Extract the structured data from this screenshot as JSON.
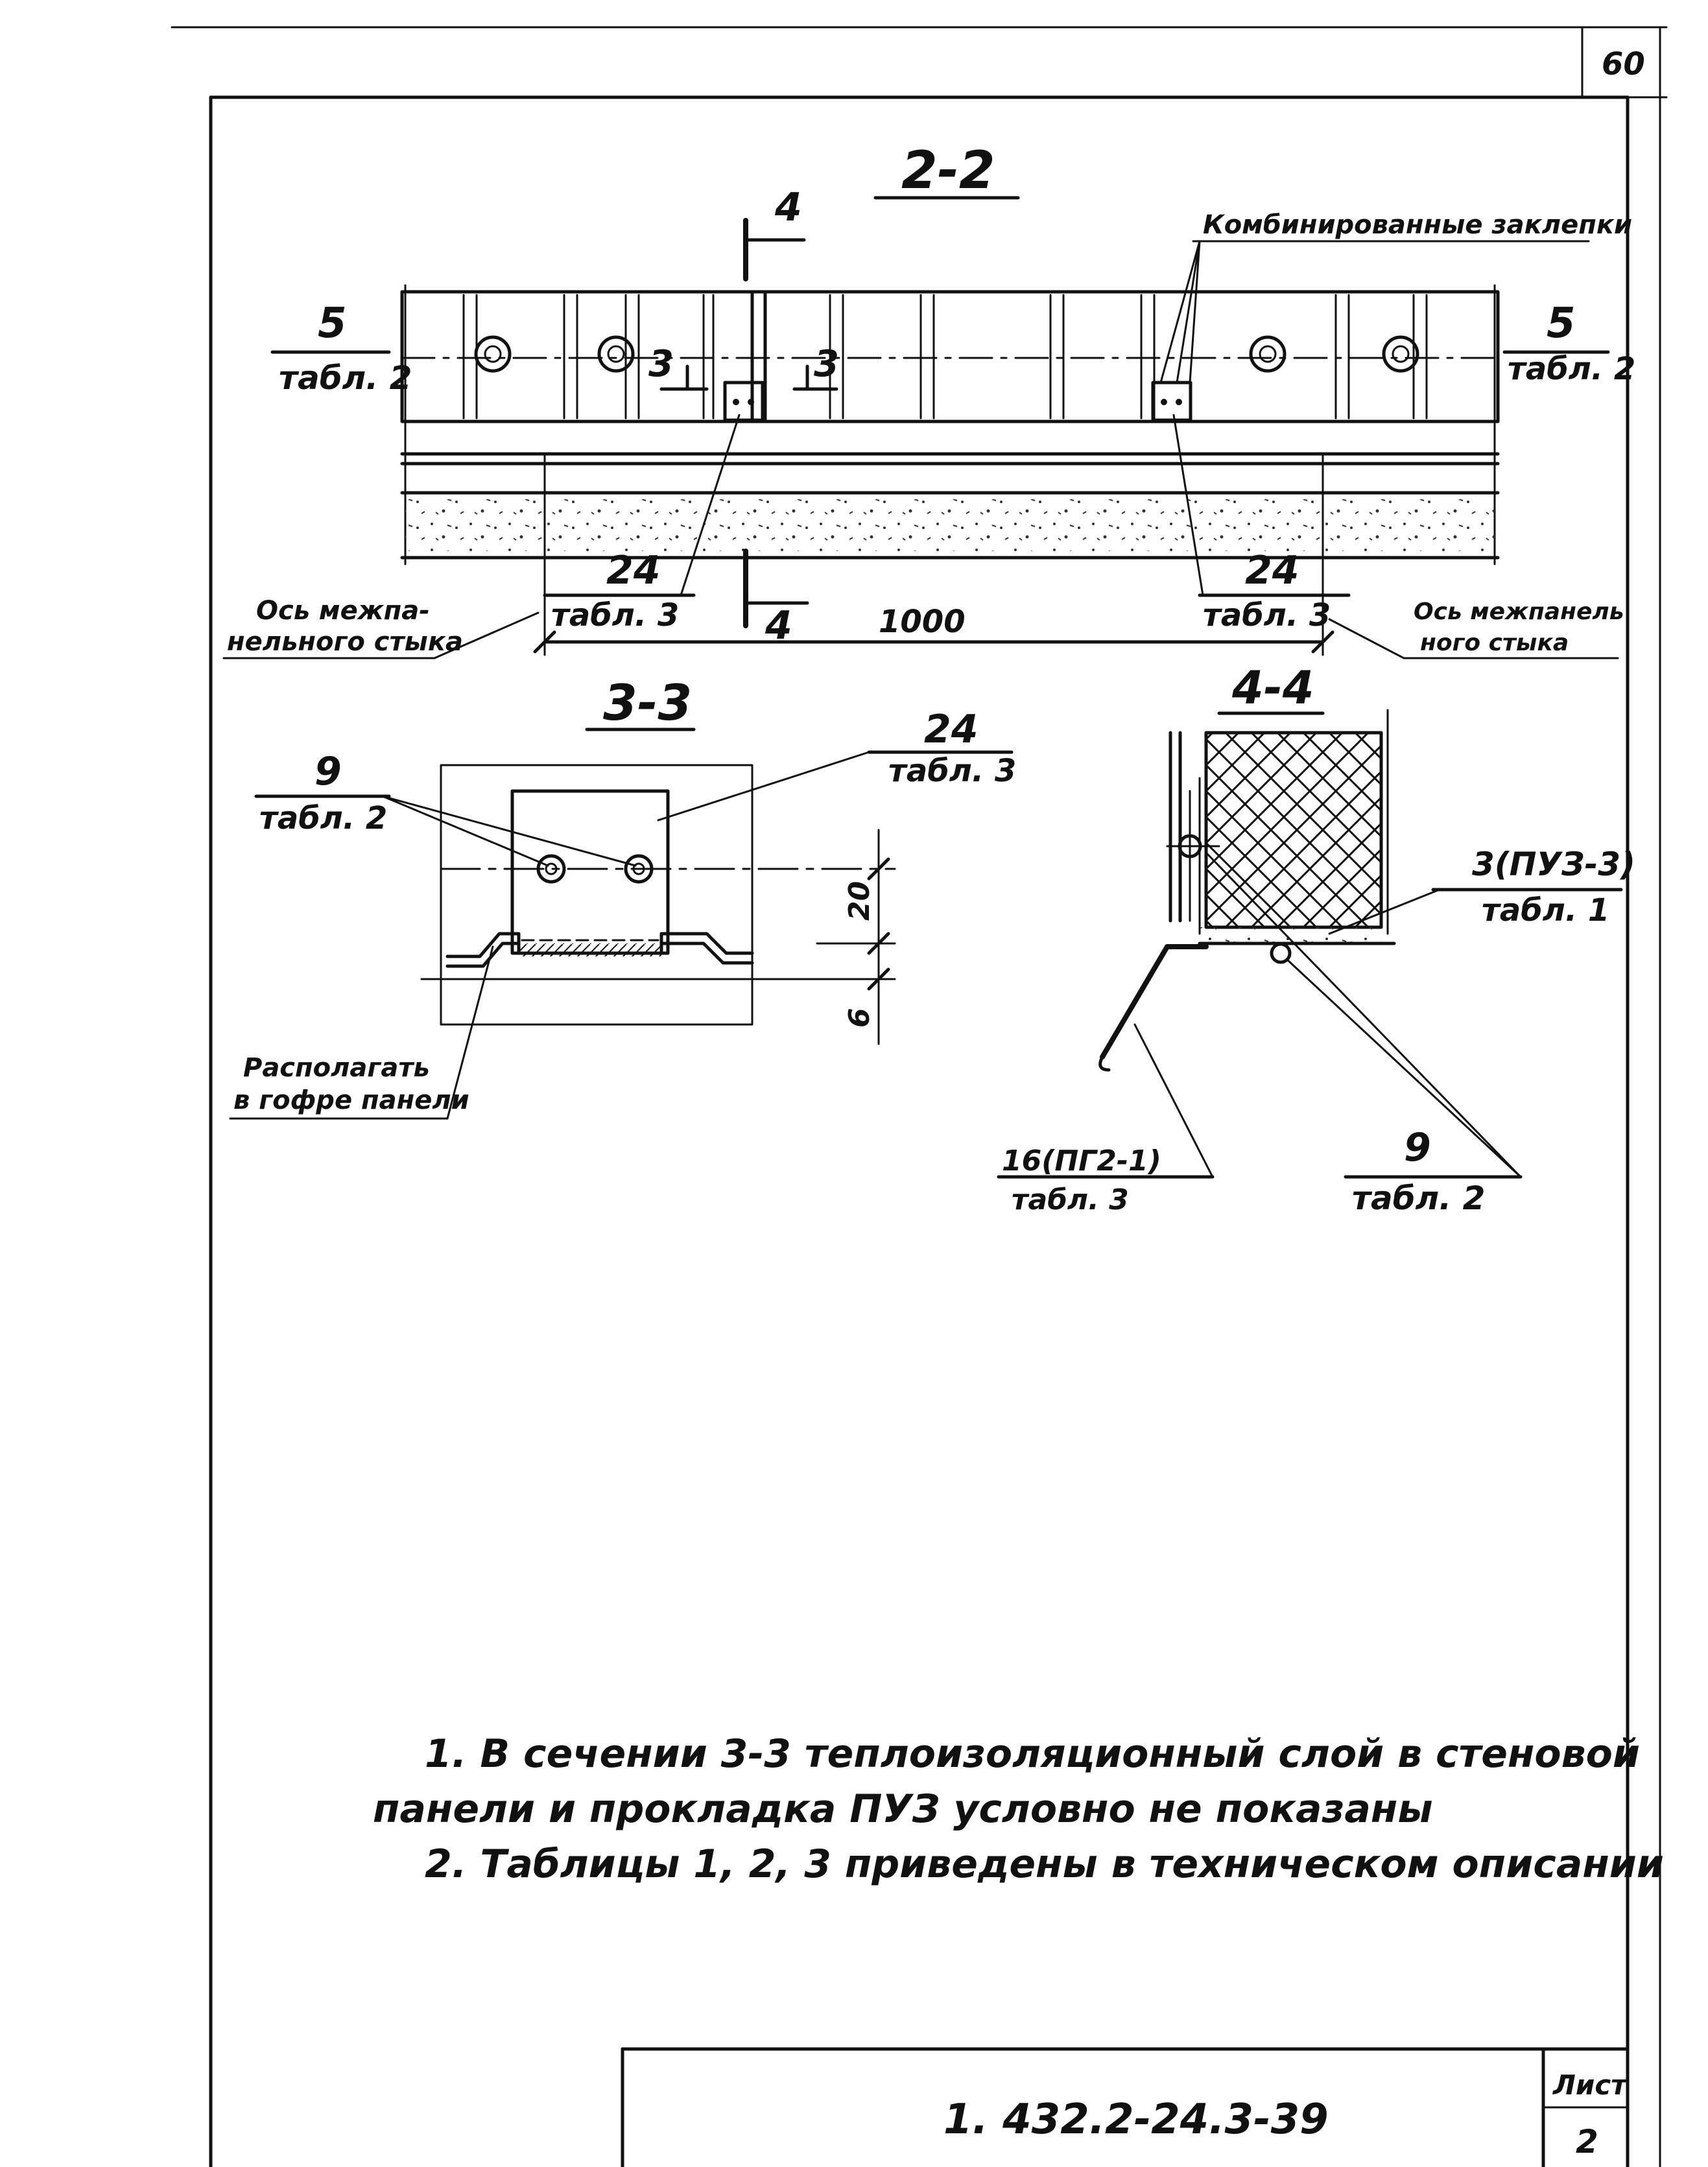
{
  "page_number": "60",
  "section_2_2": {
    "title": "2-2",
    "cut_4_top": "4",
    "cut_4_bottom": "4",
    "cut_3_left": "3",
    "cut_3_right": "3",
    "callout_rivets": "Комбинированные заклепки",
    "left_ref": {
      "num": "5",
      "table": "табл. 2"
    },
    "right_ref": {
      "num": "5",
      "table": "табл. 2"
    },
    "bottom_left_ref": {
      "num": "24",
      "table": "табл. 3"
    },
    "bottom_right_ref": {
      "num": "24",
      "table": "табл. 3"
    },
    "dimension": "1000",
    "left_axis_note": [
      "Ось межпа-",
      "нельного стыка"
    ],
    "right_axis_note": [
      "Ось межпанель",
      "ного стыка"
    ]
  },
  "section_3_3": {
    "title": "3-3",
    "ref_left": {
      "num": "9",
      "table": "табл. 2"
    },
    "ref_right": {
      "num": "24",
      "table": "табл. 3"
    },
    "dim_20": "20",
    "dim_6": "6",
    "note": [
      "Располагать",
      "в гофре панели"
    ]
  },
  "section_4_4": {
    "title": "4-4",
    "ref_top": {
      "num": "3(ПУЗ-3)",
      "table": "табл. 1"
    },
    "ref_bottom_left": {
      "num": "16(ПГ2-1)",
      "table": "табл. 3"
    },
    "ref_bottom_right": {
      "num": "9",
      "table": "табл. 2"
    }
  },
  "notes": [
    "1. В сечении 3-3 теплоизоляционный слой в стеновой",
    "панели и прокладка ПУЗ условно не показаны",
    "2. Таблицы 1, 2, 3 приведены в техническом описании"
  ],
  "title_block": {
    "code": "1. 432.2-24.3-39",
    "sheet_label": "Лист",
    "sheet_number": "2"
  }
}
